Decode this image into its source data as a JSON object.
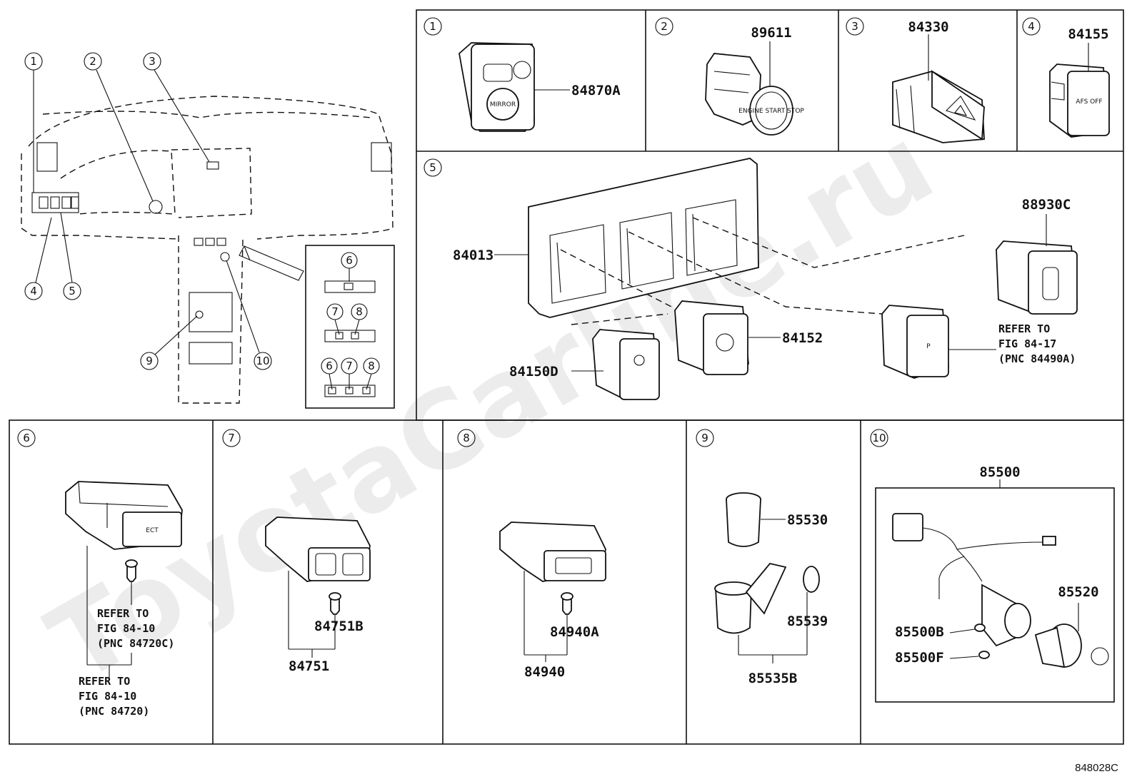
{
  "watermark": "ToyotaCarline.ru",
  "figure_code": "848028C",
  "overview": {
    "callouts": [
      "1",
      "2",
      "3",
      "4",
      "5",
      "9",
      "10"
    ],
    "inset_callouts": [
      "6",
      "7",
      "8",
      "6",
      "7",
      "8"
    ]
  },
  "panels": [
    {
      "id": "1",
      "parts": [
        "84870A"
      ]
    },
    {
      "id": "2",
      "parts": [
        "89611"
      ]
    },
    {
      "id": "3",
      "parts": [
        "84330"
      ]
    },
    {
      "id": "4",
      "parts": [
        "84155"
      ],
      "switch_text": "AFS OFF"
    },
    {
      "id": "5",
      "parts": [
        "84013",
        "84150D",
        "84152",
        "88930C"
      ],
      "refer": {
        "line1": "REFER TO",
        "line2": "FIG 84-17",
        "line3": "(PNC 84490A)"
      }
    },
    {
      "id": "6",
      "switch_text": "ECT",
      "refer_a": {
        "line1": "REFER TO",
        "line2": "FIG 84-10",
        "line3": "(PNC 84720C)"
      },
      "refer_b": {
        "line1": "REFER TO",
        "line2": "FIG 84-10",
        "line3": "(PNC 84720)"
      }
    },
    {
      "id": "7",
      "parts": [
        "84751B",
        "84751"
      ]
    },
    {
      "id": "8",
      "parts": [
        "84940A",
        "84940"
      ]
    },
    {
      "id": "9",
      "parts": [
        "85530",
        "85539",
        "85535B"
      ]
    },
    {
      "id": "10",
      "parts": [
        "85500",
        "85520",
        "85500B",
        "85500F"
      ]
    }
  ],
  "mirror_switch_text": "MIRROR",
  "engine_switch_text": "ENGINE START STOP"
}
